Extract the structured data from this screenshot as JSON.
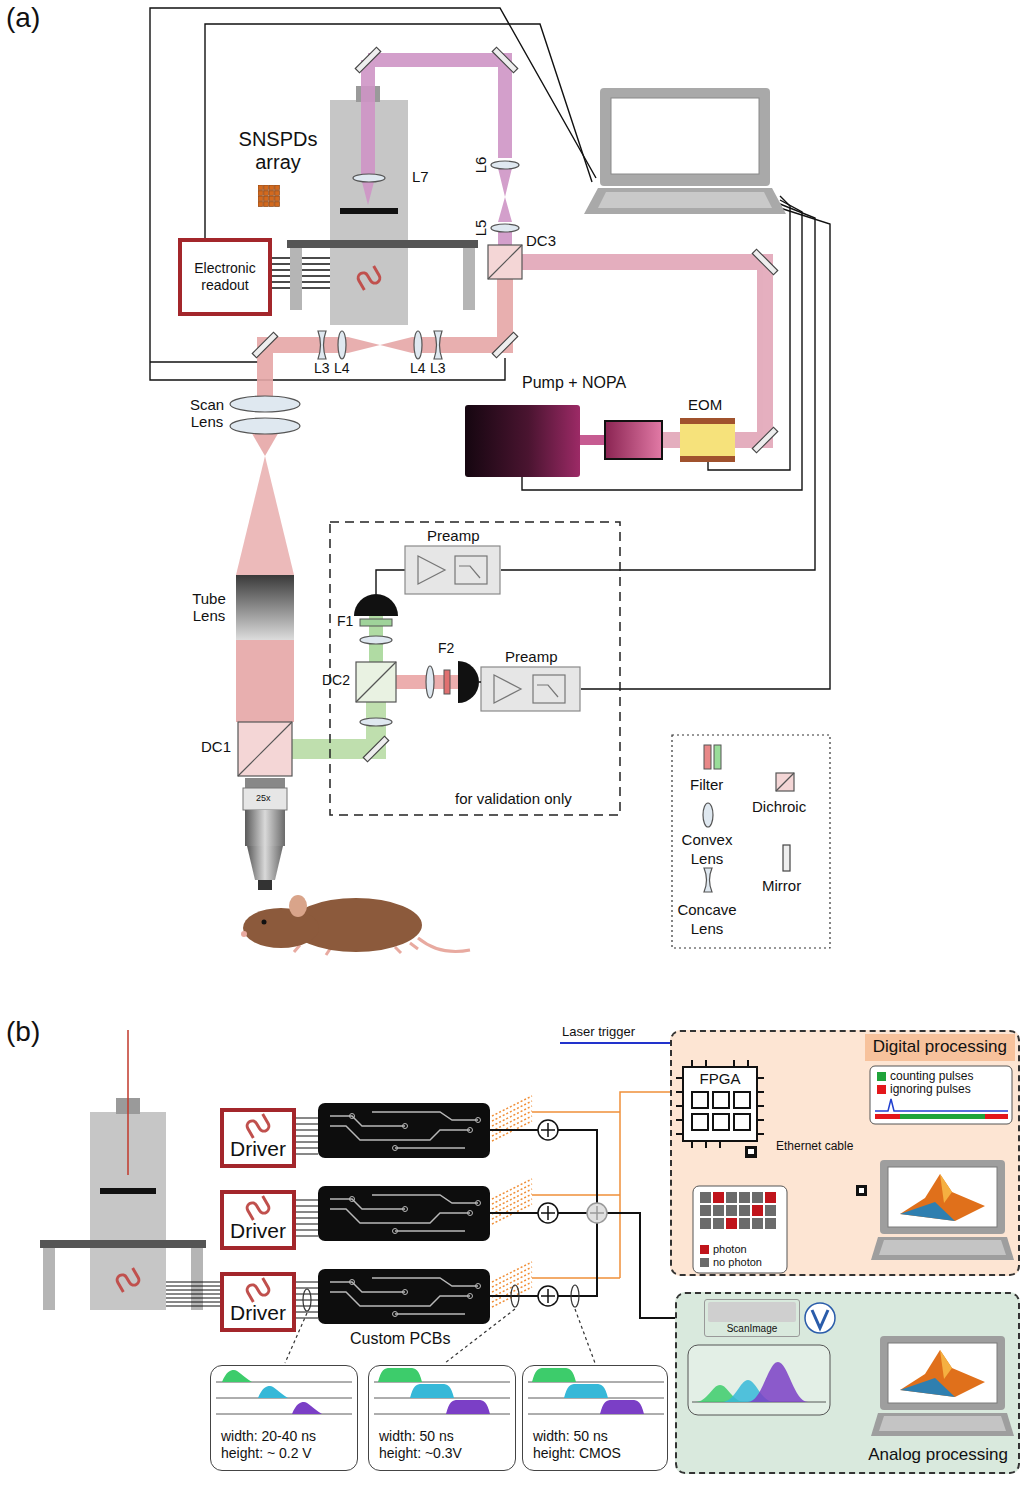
{
  "diagram": {
    "nodes": [
      {
        "text": [
          "Electronic readout"
        ]
      },
      {
        "text": [
          "Driver"
        ]
      },
      {
        "text": [
          "Driver"
        ]
      },
      {
        "text": [
          "Driver"
        ]
      },
      {
        "text": [
          "Digital processing"
        ]
      },
      {
        "text": [
          "FPGA"
        ],
        "in": 4
      },
      {
        "text": [
          "Analog processing"
        ]
      },
      {
        "text": [
          "ScanImage"
        ],
        "in": 6
      },
      {
        "text": [
          "width: 20-40 ns",
          "height: ~ 0.2 V"
        ]
      },
      {
        "text": [
          "width: 50 ns",
          "height: ~0.3V"
        ]
      },
      {
        "text": [
          "width: 50 ns",
          "height: CMOS"
        ]
      }
    ],
    "labels": [
      "(a)",
      "SNSPDs array",
      "L7",
      "L6",
      "L5",
      "DC3",
      "Pump + NOPA",
      "EOM",
      "L3",
      "L4",
      "L4",
      "L3",
      "Scan Lens",
      "Tube Lens",
      "Preamp",
      "F1",
      "F2",
      "DC2",
      "Preamp",
      "DC1",
      "25x",
      "for validation only",
      "(b)",
      "Laser trigger",
      "Ethernet cable",
      "Custom PCBs"
    ],
    "legend": [
      {
        "text": "Filter"
      },
      {
        "text": "Dichroic"
      },
      {
        "text": "Convex Lens"
      },
      {
        "text": "Mirror"
      },
      {
        "text": "Concave Lens"
      },
      {
        "text": "counting pulses",
        "color": "#1fa33a"
      },
      {
        "text": "ignoring pulses",
        "color": "#e3171b"
      },
      {
        "text": "photon",
        "color": "#c0141b"
      },
      {
        "text": "no photon",
        "color": "#6b6b6b"
      }
    ]
  }
}
